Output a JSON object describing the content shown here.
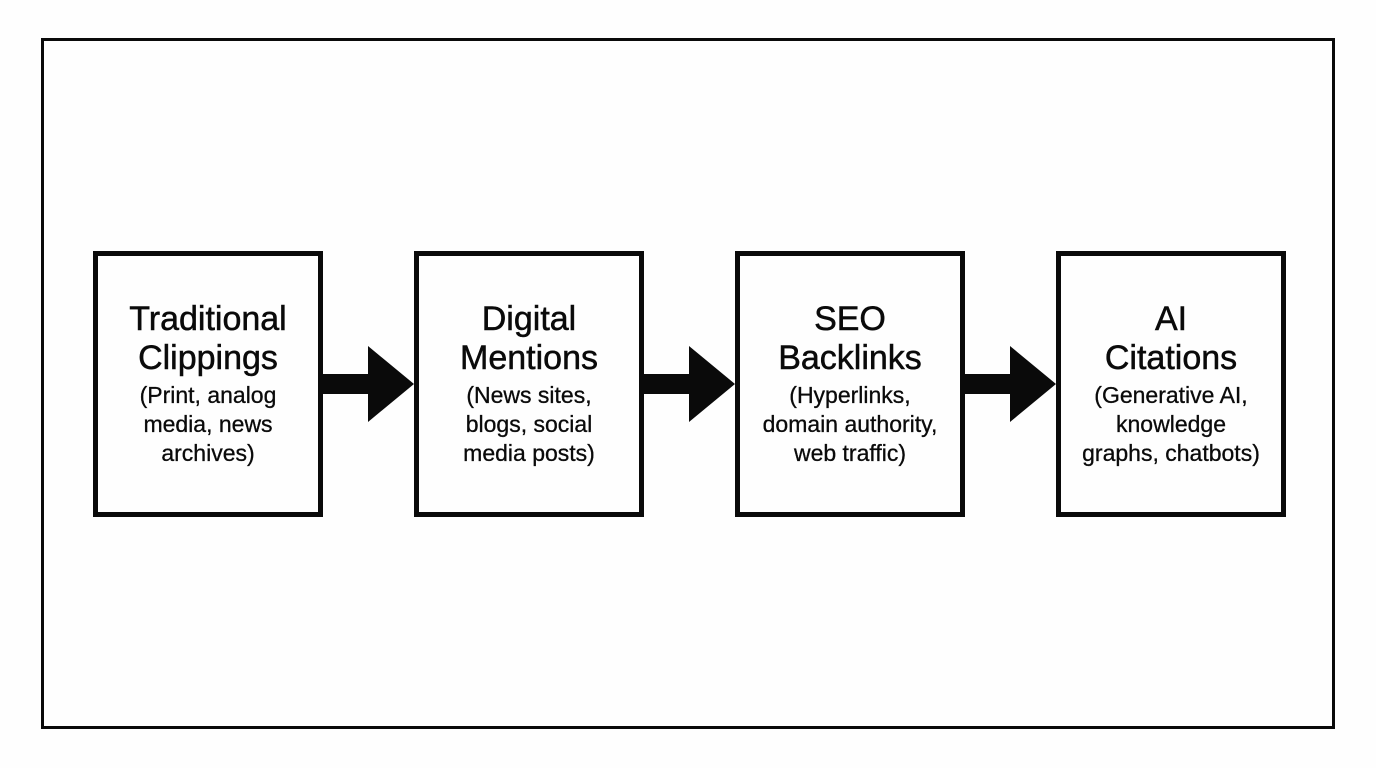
{
  "diagram": {
    "background_color": "#fefefe",
    "line_color": "#0a0a0a",
    "boxes": [
      {
        "id": "traditional-clippings",
        "title": "Traditional\nClippings",
        "subtitle": "(Print, analog\nmedia, news\narchives)"
      },
      {
        "id": "digital-mentions",
        "title": "Digital\nMentions",
        "subtitle": "(News sites,\nblogs, social\nmedia posts)"
      },
      {
        "id": "seo-backlinks",
        "title": "SEO\nBacklinks",
        "subtitle": "(Hyperlinks,\ndomain authority,\nweb traffic)"
      },
      {
        "id": "ai-citations",
        "title": "AI\nCitations",
        "subtitle": "(Generative AI,\nknowledge\ngraphs, chatbots)"
      }
    ],
    "arrows": [
      {
        "from": "traditional-clippings",
        "to": "digital-mentions",
        "direction": "right"
      },
      {
        "from": "digital-mentions",
        "to": "seo-backlinks",
        "direction": "right"
      },
      {
        "from": "seo-backlinks",
        "to": "ai-citations",
        "direction": "right"
      }
    ]
  }
}
